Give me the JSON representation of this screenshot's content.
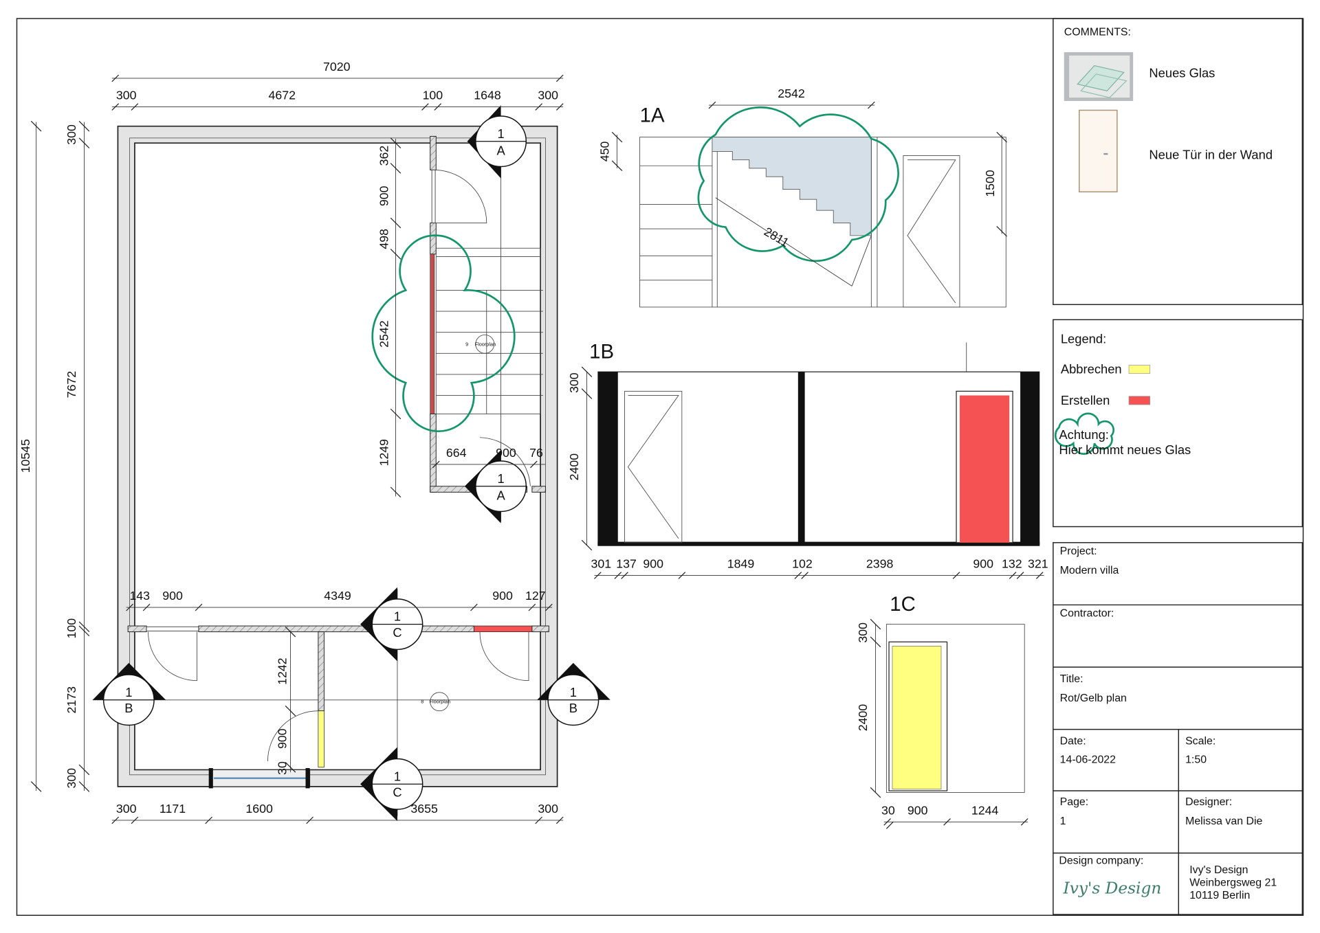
{
  "comments": {
    "title": "COMMENTS:",
    "items": [
      {
        "label": "Neues Glas",
        "icon": "glass-panes-image"
      },
      {
        "label": "Neue Tür in der Wand",
        "icon": "door-image"
      }
    ]
  },
  "legend": {
    "title": "Legend:",
    "items": [
      {
        "label": "Abbrechen",
        "color": "#ffff80"
      },
      {
        "label": "Erstellen",
        "color": "#f55353"
      }
    ],
    "note_label": "Achtung:",
    "note_text": "Hier kommt neues Glas",
    "cloud_color": "#14956a"
  },
  "title_block": {
    "project_label": "Project:",
    "project": "Modern villa",
    "contractor_label": "Contractor:",
    "contractor": "",
    "title_label": "Title:",
    "title": "Rot/Gelb plan",
    "date_label": "Date:",
    "date": "14-06-2022",
    "scale_label": "Scale:",
    "scale": "1:50",
    "page_label": "Page:",
    "page": "1",
    "designer_label": "Designer:",
    "designer": "Melissa van Die",
    "company_label": "Design company:",
    "company_logo": "Ivy's Design",
    "company_address": [
      "Ivy's Design",
      "Weinbergsweg 21",
      "10119 Berlin"
    ]
  },
  "plan": {
    "top_overall": "7020",
    "top": [
      "300",
      "4672",
      "100",
      "1648",
      "300"
    ],
    "bottom": [
      "300",
      "1171",
      "1600",
      "3655",
      "300"
    ],
    "left_overall": "10545",
    "left": [
      "300",
      "7672",
      "100",
      "2173",
      "300"
    ],
    "stair_left": [
      "362",
      "900",
      "498",
      "2542",
      "1249"
    ],
    "stair_bottom": [
      "664",
      "900",
      "76"
    ],
    "mid": [
      "143",
      "900",
      "4349",
      "900",
      "127"
    ],
    "inner_wall": [
      "1242",
      "900",
      "30"
    ],
    "floorplan_ref_1": "9",
    "floorplan_ref_2": "8",
    "floorplan_ref_label": "Floorplan",
    "markers": {
      "a_num": "1",
      "a_letter": "A",
      "b_num": "1",
      "b_letter": "B",
      "c_num": "1",
      "c_letter": "C"
    }
  },
  "elev_1a": {
    "title": "1A",
    "dims": {
      "width": "2542",
      "left": "450",
      "right": "1500",
      "diag": "2811"
    }
  },
  "elev_1b": {
    "title": "1B",
    "left": [
      "300",
      "2400"
    ],
    "bottom": [
      "301",
      "137",
      "900",
      "1849",
      "102",
      "2398",
      "900",
      "132",
      "321"
    ]
  },
  "elev_1c": {
    "title": "1C",
    "left": [
      "300",
      "2400"
    ],
    "bottom": [
      "30",
      "900",
      "1244"
    ]
  },
  "colors": {
    "demolish": "#ffff80",
    "build": "#f55353",
    "glass": "#d5dfe8",
    "cloud": "#14956a"
  }
}
